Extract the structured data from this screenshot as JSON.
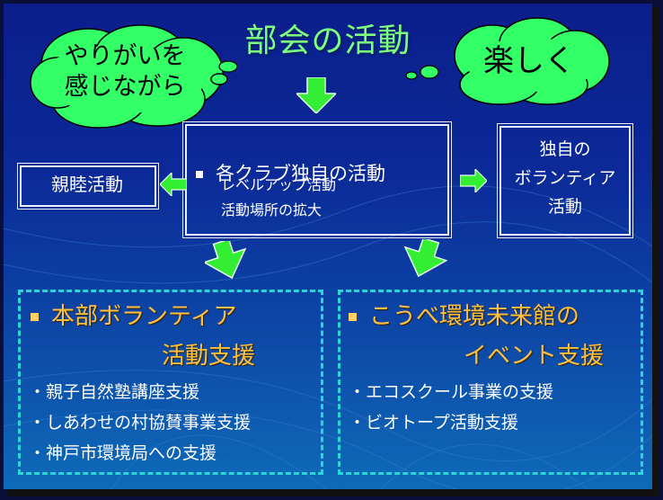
{
  "title": "部会の活動",
  "clouds": {
    "left": "やりがいを\n感じながら",
    "right": "楽しく"
  },
  "center_box": {
    "heading": "各クラブ独自の活動",
    "sub1": "レベルアップ活動",
    "sub2": "活動場所の拡大"
  },
  "left_box": {
    "label": "親睦活動"
  },
  "right_box": {
    "label": "独自の\nボランティア\n活動"
  },
  "bottom_left": {
    "heading_line1": "本部ボランティア",
    "heading_line2": "活動支援",
    "items": [
      "・親子自然塾講座支援",
      "・しあわせの村協賛事業支援",
      "・神戸市環境局への支援"
    ]
  },
  "bottom_right": {
    "heading_line1": "こうべ環境未来館の",
    "heading_line2": "イベント支援",
    "items": [
      "・エコスクール事業の支援",
      "・ビオトープ活動支援"
    ]
  },
  "colors": {
    "background_top": "#0b1e8c",
    "background_bottom": "#0e6ab8",
    "title": "#7dff7d",
    "cloud_fill": "#33ff66",
    "arrow_fill": "#33ee33",
    "heading_orange": "#ffc040",
    "dash_border": "#2ad5d5"
  }
}
